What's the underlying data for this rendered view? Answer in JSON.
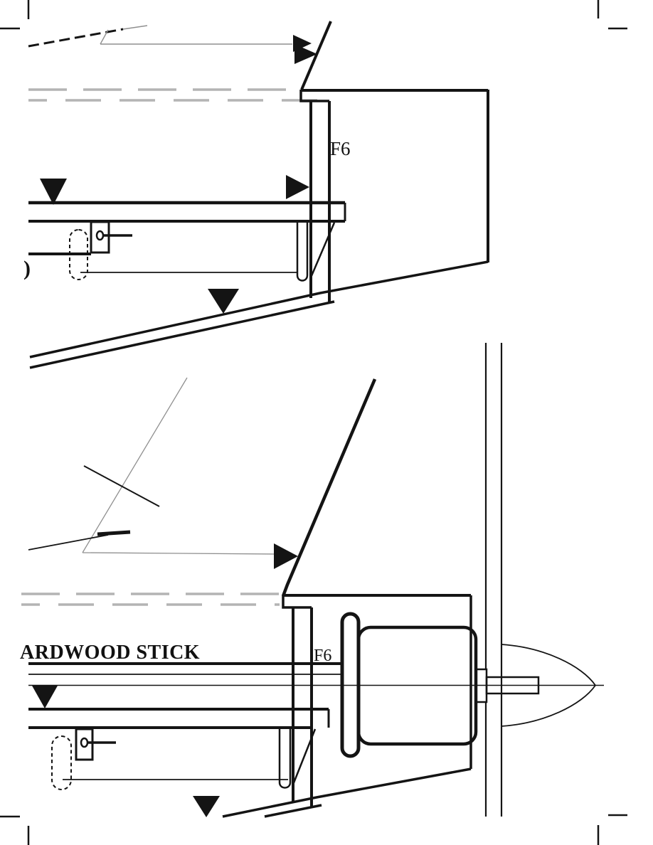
{
  "drawing": {
    "type": "model-aircraft-nose-plan-two-views",
    "labels": {
      "top_former": "F6",
      "bottom_former": "F6",
      "stick": "ARDWOOD STICK",
      "partial_letter": ")"
    },
    "colors": {
      "ink": "#141414",
      "thin_gray": "#8f8f8f",
      "centerline_gray": "#b4b4b4",
      "background": "#ffffff"
    }
  }
}
